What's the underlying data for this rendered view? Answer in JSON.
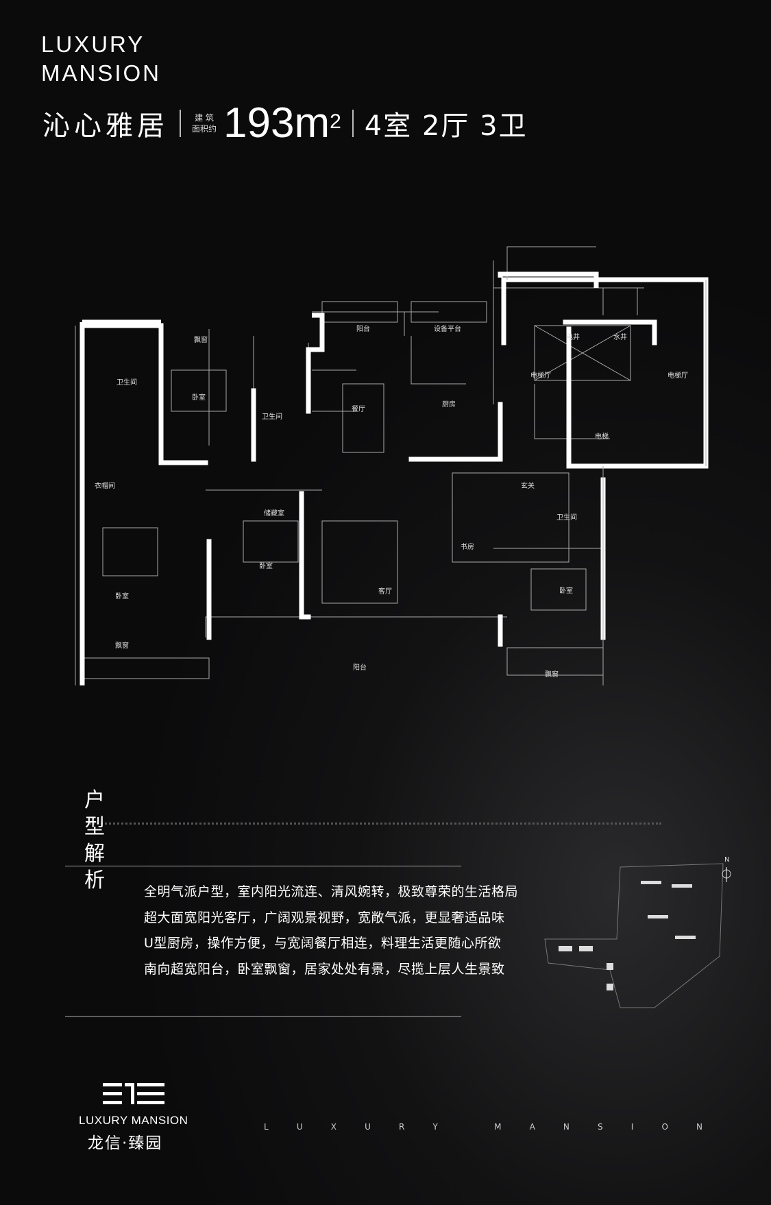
{
  "header": {
    "brand_line1": "LUXURY",
    "brand_line2": "MANSION",
    "name": "沁心雅居",
    "area_label_top": "建 筑",
    "area_label_bottom": "面积约",
    "area_value": "193m",
    "area_sup": "2",
    "layout": "4室 2厅 3卫"
  },
  "rooms": [
    "飘窗",
    "卫生间",
    "卧室",
    "卫生间",
    "阳台",
    "设备平台",
    "餐厅",
    "厨房",
    "电井",
    "水井",
    "电梯厅",
    "电梯厅",
    "电梯",
    "衣帽间",
    "玄关",
    "储藏室",
    "卫生间",
    "书房",
    "卧室",
    "卧室",
    "客厅",
    "卧室",
    "飘窗",
    "阳台",
    "飘窗"
  ],
  "analysis": {
    "label": [
      "户",
      "型",
      "解",
      "析"
    ],
    "features": [
      "全明气派户型，室内阳光流连、清风婉转，极致尊荣的生活格局",
      "超大面宽阳光客厅，广阔观景视野，宽敞气派，更显奢适品味",
      "U型厨房，操作方便，与宽阔餐厅相连，料理生活更随心所欲",
      "南向超宽阳台，卧室飘窗，居家处处有景，尽揽上层人生景致"
    ]
  },
  "site_plan": {
    "north": "N"
  },
  "footer": {
    "logo_en": "LUXURY MANSION",
    "logo_cn": "龙信·臻园",
    "tagline": [
      "L",
      "U",
      "X",
      "U",
      "R",
      "Y",
      "",
      "M",
      "A",
      "N",
      "S",
      "I",
      "O",
      "N"
    ]
  },
  "colors": {
    "background": "#0c0c0d",
    "text": "#ffffff"
  }
}
